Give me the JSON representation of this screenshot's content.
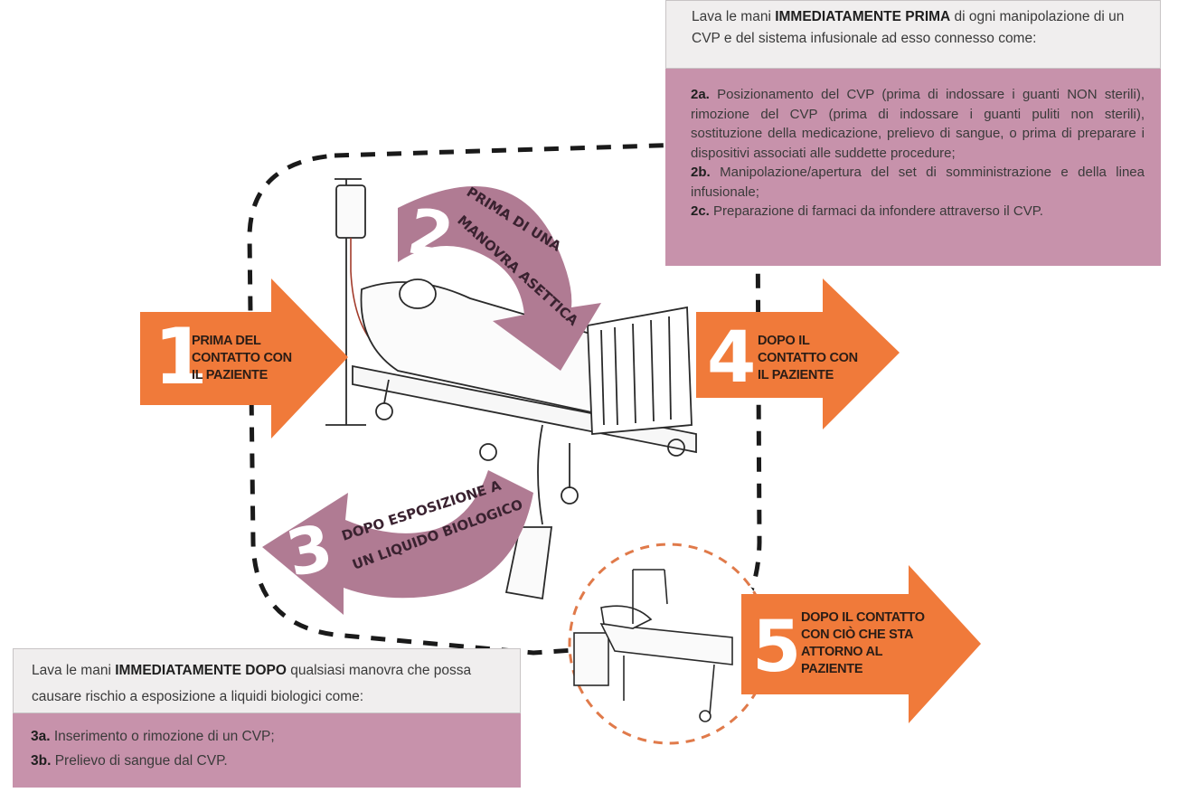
{
  "moment1": {
    "number": "1",
    "label_lines": [
      "PRIMA DEL",
      "CONTATTO CON",
      "IL PAZIENTE"
    ]
  },
  "moment2": {
    "number": "2",
    "label_lines": [
      "PRIMA DI UNA",
      "MANOVRA ASETTICA"
    ]
  },
  "moment3": {
    "number": "3",
    "label_lines": [
      "DOPO ESPOSIZIONE A",
      "UN LIQUIDO BIOLOGICO"
    ]
  },
  "moment4": {
    "number": "4",
    "label_lines": [
      "DOPO IL",
      "CONTATTO CON",
      "IL PAZIENTE"
    ]
  },
  "moment5": {
    "number": "5",
    "label_lines": [
      "DOPO IL CONTATTO",
      "CON CIÒ CHE STA",
      "ATTORNO AL",
      "PAZIENTE"
    ]
  },
  "top_box": {
    "header_pre": "Lava le mani ",
    "header_bold": "IMMEDIATAMENTE PRIMA",
    "header_post": " di ogni manipolazione di un CVP e del sistema infusionale ad esso connesso come:",
    "items": [
      {
        "code": "2a.",
        "text": " Posizionamento del CVP (prima di indossare i guanti NON sterili), rimozione del CVP (prima di indossare i guanti puliti non sterili), sostituzione della medicazione, prelievo di sangue, o prima di preparare i dispositivi associati alle suddette procedure;"
      },
      {
        "code": "2b.",
        "text": " Manipolazione/apertura del set di somministrazione e della linea infusionale;"
      },
      {
        "code": "2c.",
        "text": " Preparazione di farmaci da infondere attraverso il CVP."
      }
    ]
  },
  "bottom_box": {
    "header_pre": "Lava le mani ",
    "header_bold": "IMMEDIATAMENTE DOPO",
    "header_post": " qualsiasi manovra che possa causare rischio a esposizione a liquidi biologici come:",
    "items": [
      {
        "code": "3a.",
        "text": " Inserimento o rimozione di un CVP;"
      },
      {
        "code": "3b.",
        "text": " Prelievo di sangue dal CVP."
      }
    ]
  },
  "colors": {
    "orange": "#f07a3a",
    "mauve": "#b07b93",
    "box_pink": "#c792ab",
    "dashed": "#1a1a1a",
    "circle_dash": "#e07a4a"
  }
}
